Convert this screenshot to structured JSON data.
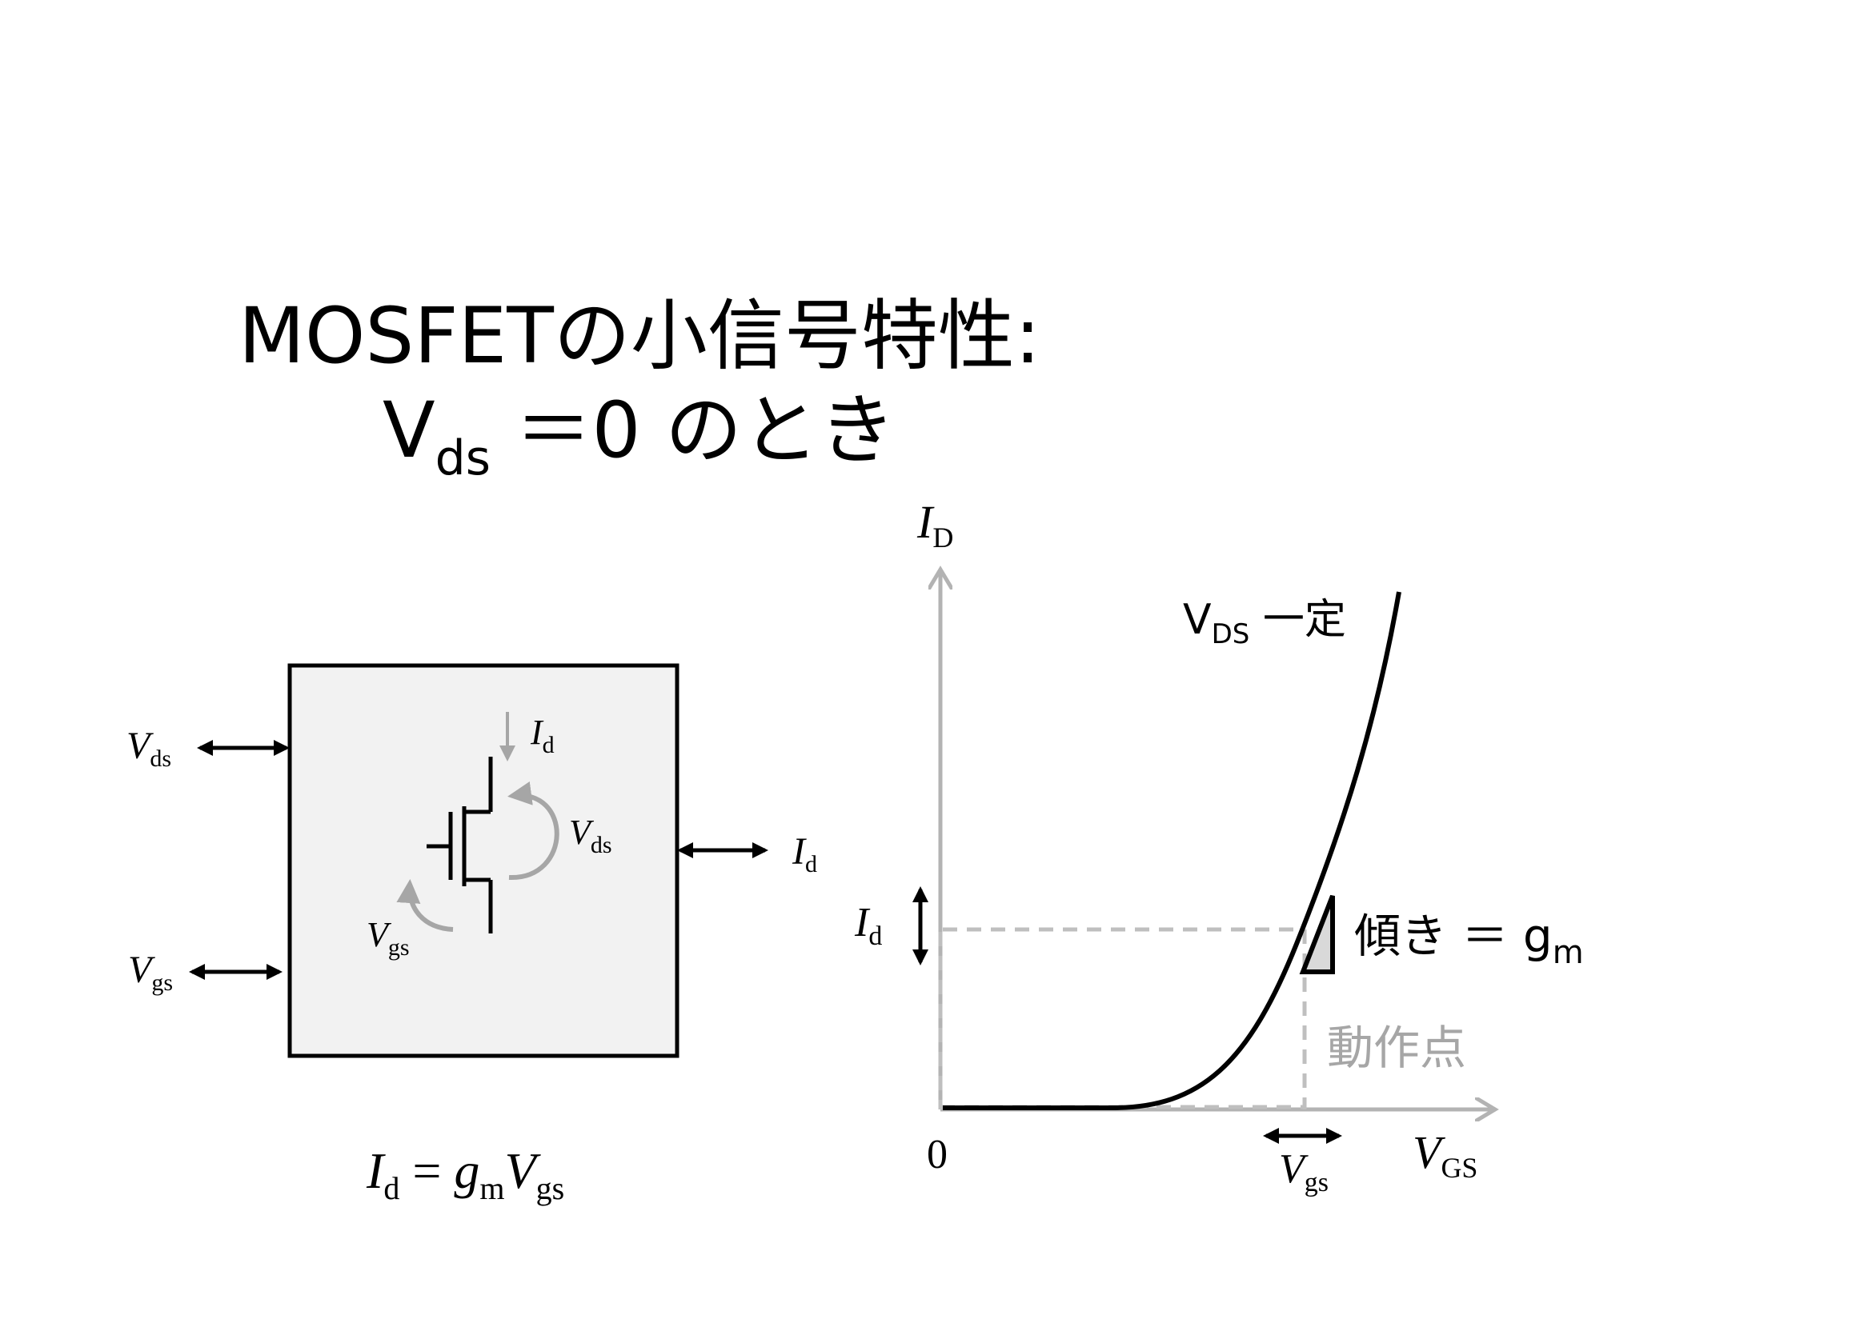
{
  "title": {
    "line1": "MOSFETの小信号特性:",
    "line2_main": "V",
    "line2_sub": "ds",
    "line2_rest": " ＝0 のとき"
  },
  "block": {
    "vds_left": {
      "main": "V",
      "sub": "ds"
    },
    "vgs_left": {
      "main": "V",
      "sub": "gs"
    },
    "id_right": {
      "main": "I",
      "sub": "d"
    },
    "id_inner": {
      "main": "I",
      "sub": "d"
    },
    "vds_inner": {
      "main": "V",
      "sub": "ds"
    },
    "vgs_inner": {
      "main": "V",
      "sub": "gs"
    },
    "fill_color": "#f2f2f2"
  },
  "equation": {
    "id_main": "I",
    "id_sub": "d",
    "eq": " = ",
    "g_main": "g",
    "g_sub": "m",
    "v_main": "V",
    "v_sub": "gs"
  },
  "graph": {
    "y_axis": {
      "main": "I",
      "sub": "D"
    },
    "x_axis": {
      "main": "V",
      "sub": "GS"
    },
    "origin": "0",
    "curve_label": {
      "main": "V",
      "sub": "DS",
      "rest": " 一定"
    },
    "id_marker": {
      "main": "I",
      "sub": "d"
    },
    "vgs_marker": {
      "main": "V",
      "sub": "gs"
    },
    "slope_label": {
      "main": "傾き ＝ g",
      "sub": "m"
    },
    "operating_point": "動作点",
    "axis_color": "#b3b3b3",
    "dash_color": "#bfbfbf"
  }
}
